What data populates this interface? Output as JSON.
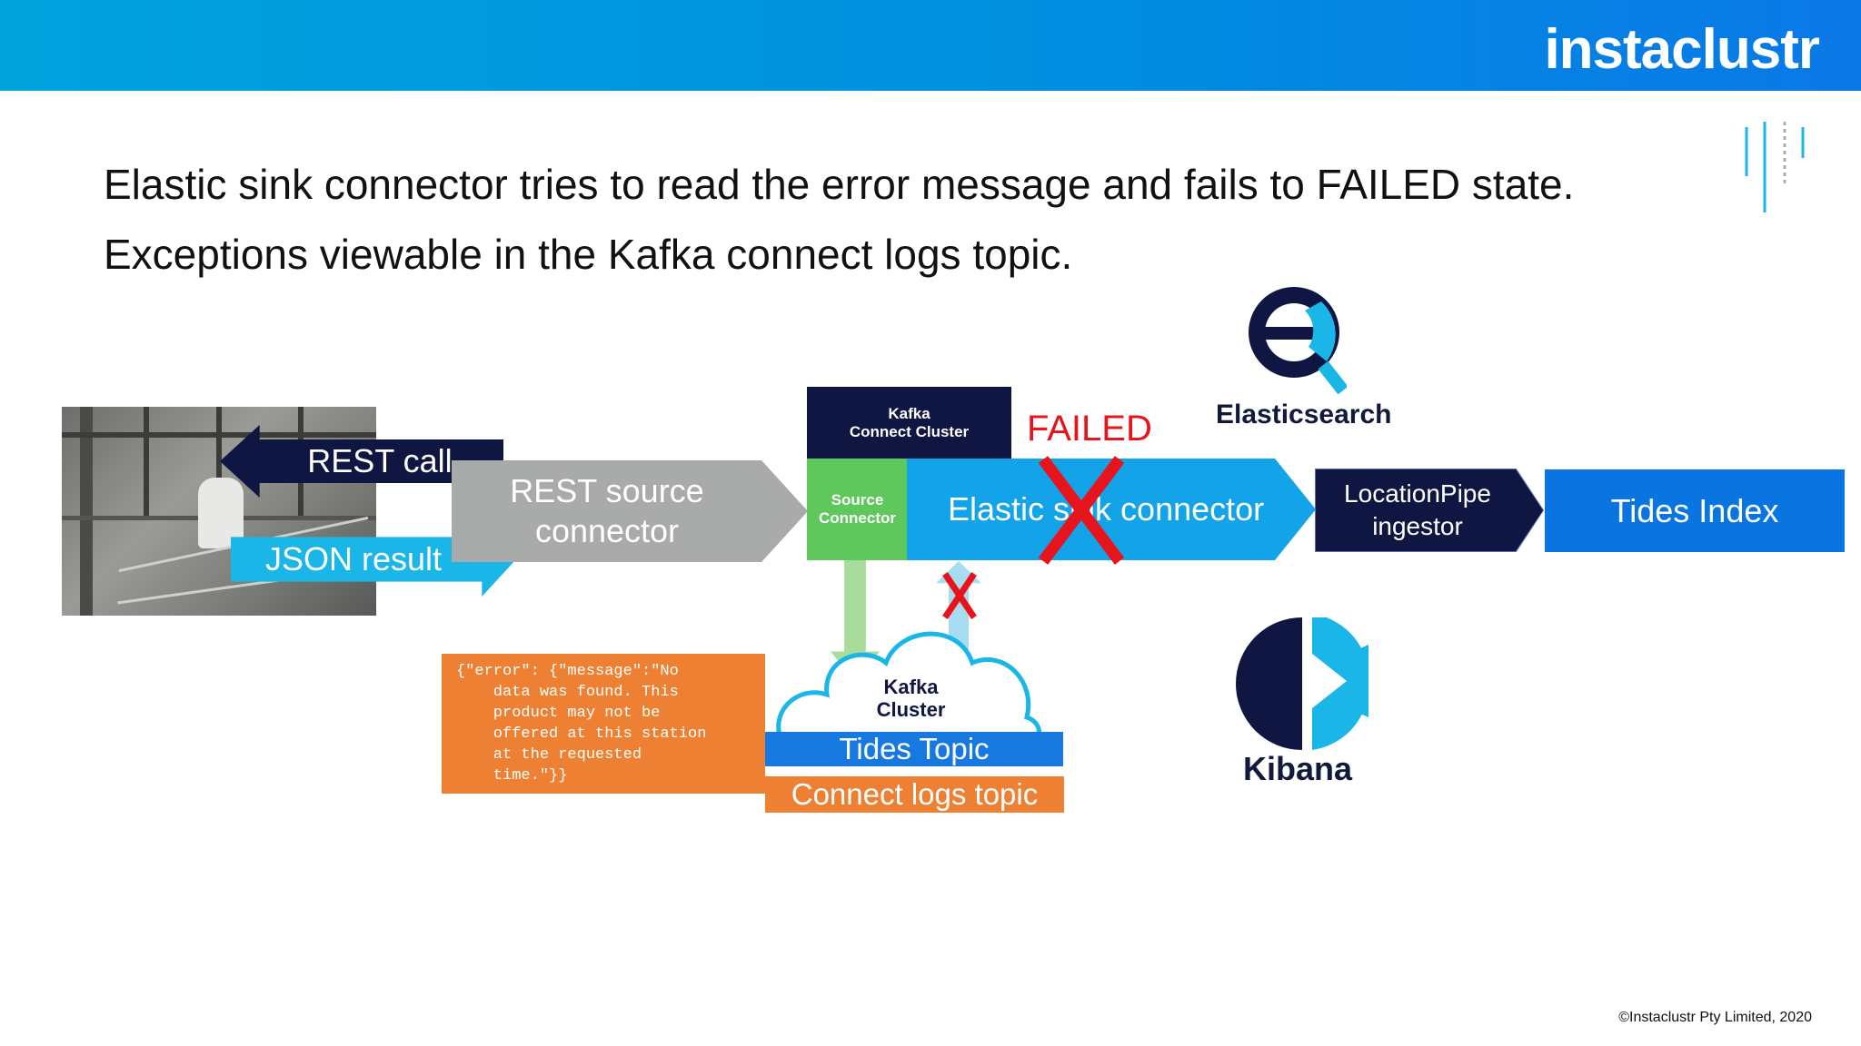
{
  "brand": "instaclustr",
  "headline": {
    "line1": "Elastic sink connector tries to read the error message and fails to FAILED state.",
    "line2": "Exceptions viewable in the Kafka connect logs topic."
  },
  "diagram": {
    "rest_call": "REST call",
    "json_result": "JSON result",
    "rest_source_line1": "REST source",
    "rest_source_line2": "connector",
    "kafka_connect_cluster_line1": "Kafka",
    "kafka_connect_cluster_line2": "Connect Cluster",
    "source_connector_line1": "Source",
    "source_connector_line2": "Connector",
    "elastic_sink": "Elastic sink connector",
    "failed": "FAILED",
    "location_pipe_line1": "LocationPipe",
    "location_pipe_line2": "ingestor",
    "tides_index": "Tides Index",
    "kafka_cluster_line1": "Kafka",
    "kafka_cluster_line2": "Cluster",
    "tides_topic": "Tides Topic",
    "connect_logs_topic": "Connect logs topic",
    "error_lines": [
      "{\"error\": {\"message\":\"No",
      "    data was found. This",
      "    product may not be",
      "    offered at this station",
      "    at the requested",
      "    time.\"}}"
    ]
  },
  "logos": {
    "elasticsearch": "Elasticsearch",
    "kibana": "Kibana"
  },
  "footer": {
    "copyright": "©Instaclustr Pty Limited, 2020"
  },
  "colors": {
    "navy": "#101642",
    "sky": "#1ab6e8",
    "blue": "#13a3e8",
    "green": "#5fc85c",
    "orange": "#ee8033",
    "red": "#e8141c",
    "grey": "#a9aaaa"
  }
}
